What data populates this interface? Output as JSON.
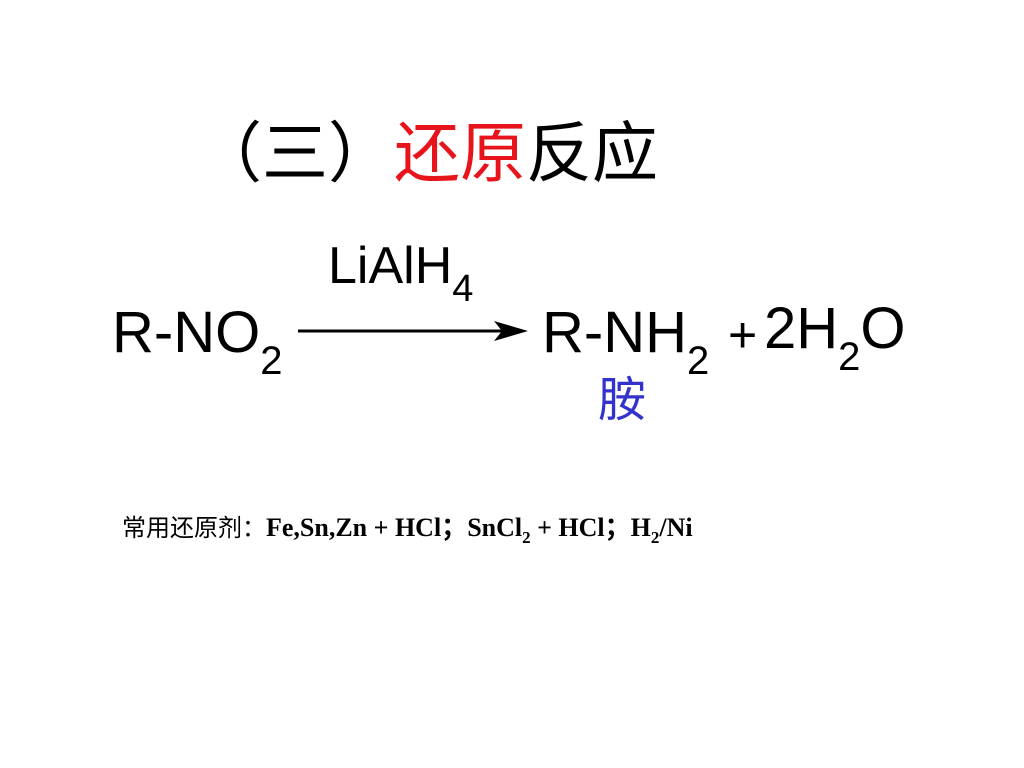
{
  "title": {
    "prefix": "（三）",
    "highlight": "还原",
    "suffix": "反应",
    "highlight_color": "#e8141b"
  },
  "reaction": {
    "reactant": {
      "base": "R-NO",
      "sub": "2"
    },
    "reagent": {
      "base": "LiAlH",
      "sub": "4"
    },
    "product": {
      "base": "R-NH",
      "sub": "2"
    },
    "plus": "+",
    "water": {
      "pre": "2H",
      "sub": "2",
      "post": "O"
    },
    "product_name": "胺",
    "product_name_color": "#3333cc"
  },
  "reducing_agents": {
    "label": "常用还原剂：",
    "part1": "Fe,Sn,Zn + HCl；",
    "part2_base": "SnCl",
    "part2_sub": "2",
    "part2_rest": " + HCl；",
    "part3_base": "H",
    "part3_sub": "2",
    "part3_rest": "/Ni"
  }
}
